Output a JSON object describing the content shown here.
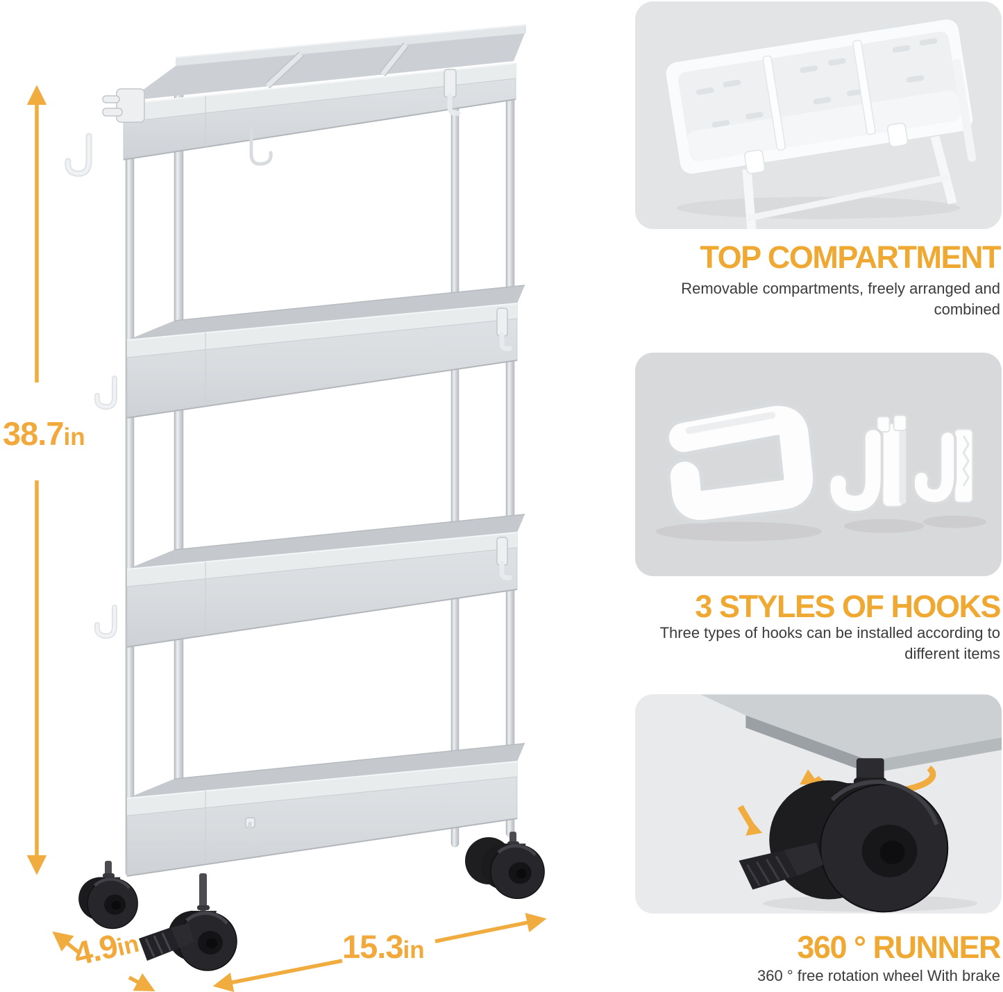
{
  "accent": {
    "heading_orange": "#EFA832",
    "arrow_orange": "#F0AC3E"
  },
  "dimensions": {
    "height": {
      "value": "38.7",
      "unit": "in"
    },
    "width": {
      "value": "15.3",
      "unit": "in"
    },
    "depth": {
      "value": "4.9",
      "unit": "in"
    }
  },
  "features": [
    {
      "heading": "TOP COMPARTMENT",
      "description": "Removable compartments, freely arranged and combined",
      "image": "top-compartment-closeup"
    },
    {
      "heading": "3 STYLES OF HOOKS",
      "description": "Three types of hooks can be installed according to different items",
      "image": "three-hooks-closeup"
    },
    {
      "heading": "360 ° RUNNER",
      "description": "360 ° free rotation wheel With brake",
      "image": "caster-wheel-closeup"
    }
  ]
}
